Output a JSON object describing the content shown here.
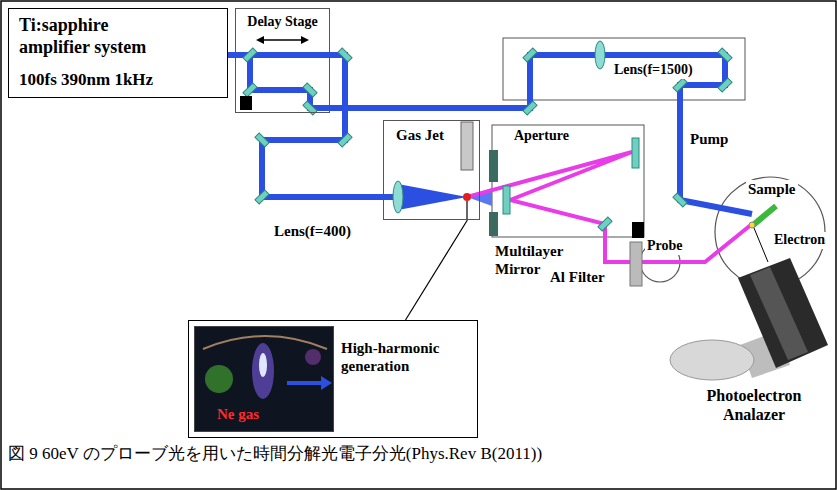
{
  "diagram": {
    "caption": "図 9 60eV のプローブ光を用いた時間分解光電子分光(Phys.Rev B(2011))",
    "nodes": [
      {
        "text": [
          "Ti:sapphire amplifier system",
          "100fs 390nm 1kHz"
        ]
      },
      {
        "text": [
          "Delay Stage"
        ]
      },
      {
        "text": [
          "Gas Jet"
        ]
      },
      {
        "text": [
          "High-harmonic generation"
        ]
      },
      {
        "text": [
          "Ne gas"
        ],
        "in": 3
      }
    ],
    "edges": [
      {
        "from": 2,
        "to": 3,
        "arrow": "none"
      }
    ],
    "labels": [
      "Lens(f=400)",
      "Lens(f=1500)",
      "Aperture",
      "Multilayer Mirror",
      "Al Filter",
      "Pump",
      "Probe",
      "Sample",
      "Electron",
      "Photoelectron Analazer"
    ]
  }
}
